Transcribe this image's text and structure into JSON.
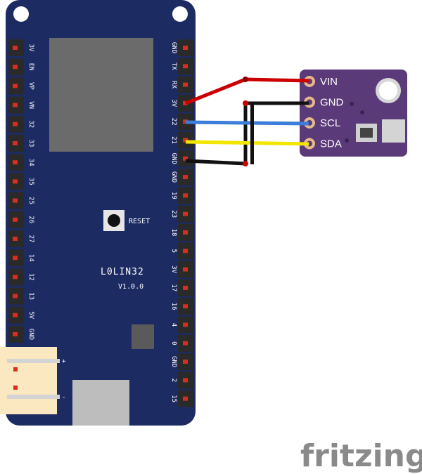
{
  "board": {
    "name": "L0LIN32",
    "version": "V1.0.0",
    "reset_label": "RESET",
    "color": "#1d2b63",
    "left_pins": [
      "3V",
      "EN",
      "VP",
      "VN",
      "32",
      "33",
      "34",
      "35",
      "25",
      "26",
      "27",
      "14",
      "12",
      "13",
      "5V",
      "GND"
    ],
    "right_pins": [
      "GND",
      "TX",
      "RX",
      "3V",
      "22",
      "21",
      "GND",
      "GND",
      "19",
      "23",
      "18",
      "5",
      "3V",
      "17",
      "16",
      "4",
      "0",
      "GND",
      "2",
      "15"
    ],
    "battery_plus": "+",
    "battery_minus": "-"
  },
  "sensor": {
    "color": "#5a3a78",
    "pins": [
      "VIN",
      "GND",
      "SCL",
      "SDA"
    ]
  },
  "wires": [
    {
      "name": "power-wire",
      "color": "#cc0000"
    },
    {
      "name": "ground-wire",
      "color": "#111111"
    },
    {
      "name": "scl-wire",
      "color": "#3b7dd8"
    },
    {
      "name": "sda-wire",
      "color": "#f2e600"
    }
  ],
  "brand": {
    "text": "fritzing"
  }
}
